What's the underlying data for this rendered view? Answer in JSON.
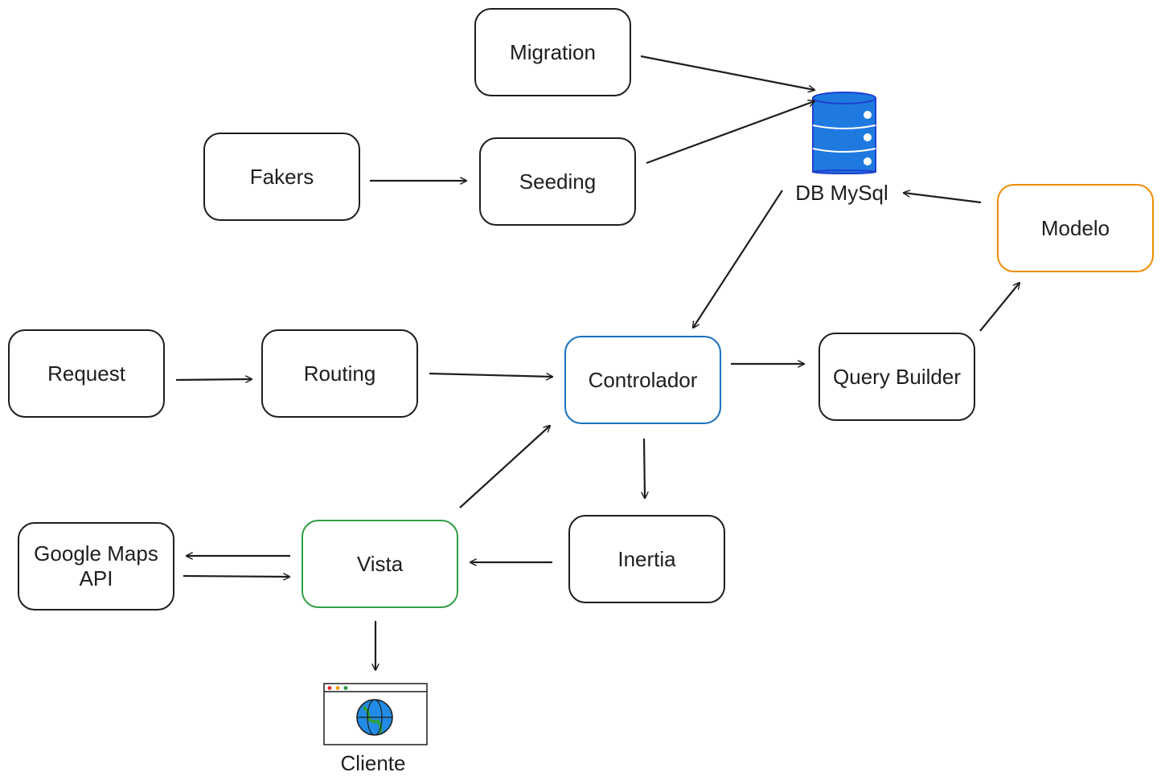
{
  "colors": {
    "stroke": "#1e1e1e",
    "controller": "#1971c2",
    "view": "#2f9e44",
    "model": "#f08c00",
    "db_fill": "#1f7ae0",
    "db_stroke": "#1e3fd1"
  },
  "nodes": {
    "migration": "Migration",
    "fakers": "Fakers",
    "seeding": "Seeding",
    "db": "DB MySql",
    "modelo": "Modelo",
    "request": "Request",
    "routing": "Routing",
    "controlador": "Controlador",
    "query_builder": "Query Builder",
    "google_maps": "Google Maps",
    "google_maps_2": "API",
    "vista": "Vista",
    "inertia": "Inertia",
    "cliente": "Cliente"
  },
  "icons": {
    "db": "database-icon",
    "cliente": "browser-globe-icon"
  }
}
